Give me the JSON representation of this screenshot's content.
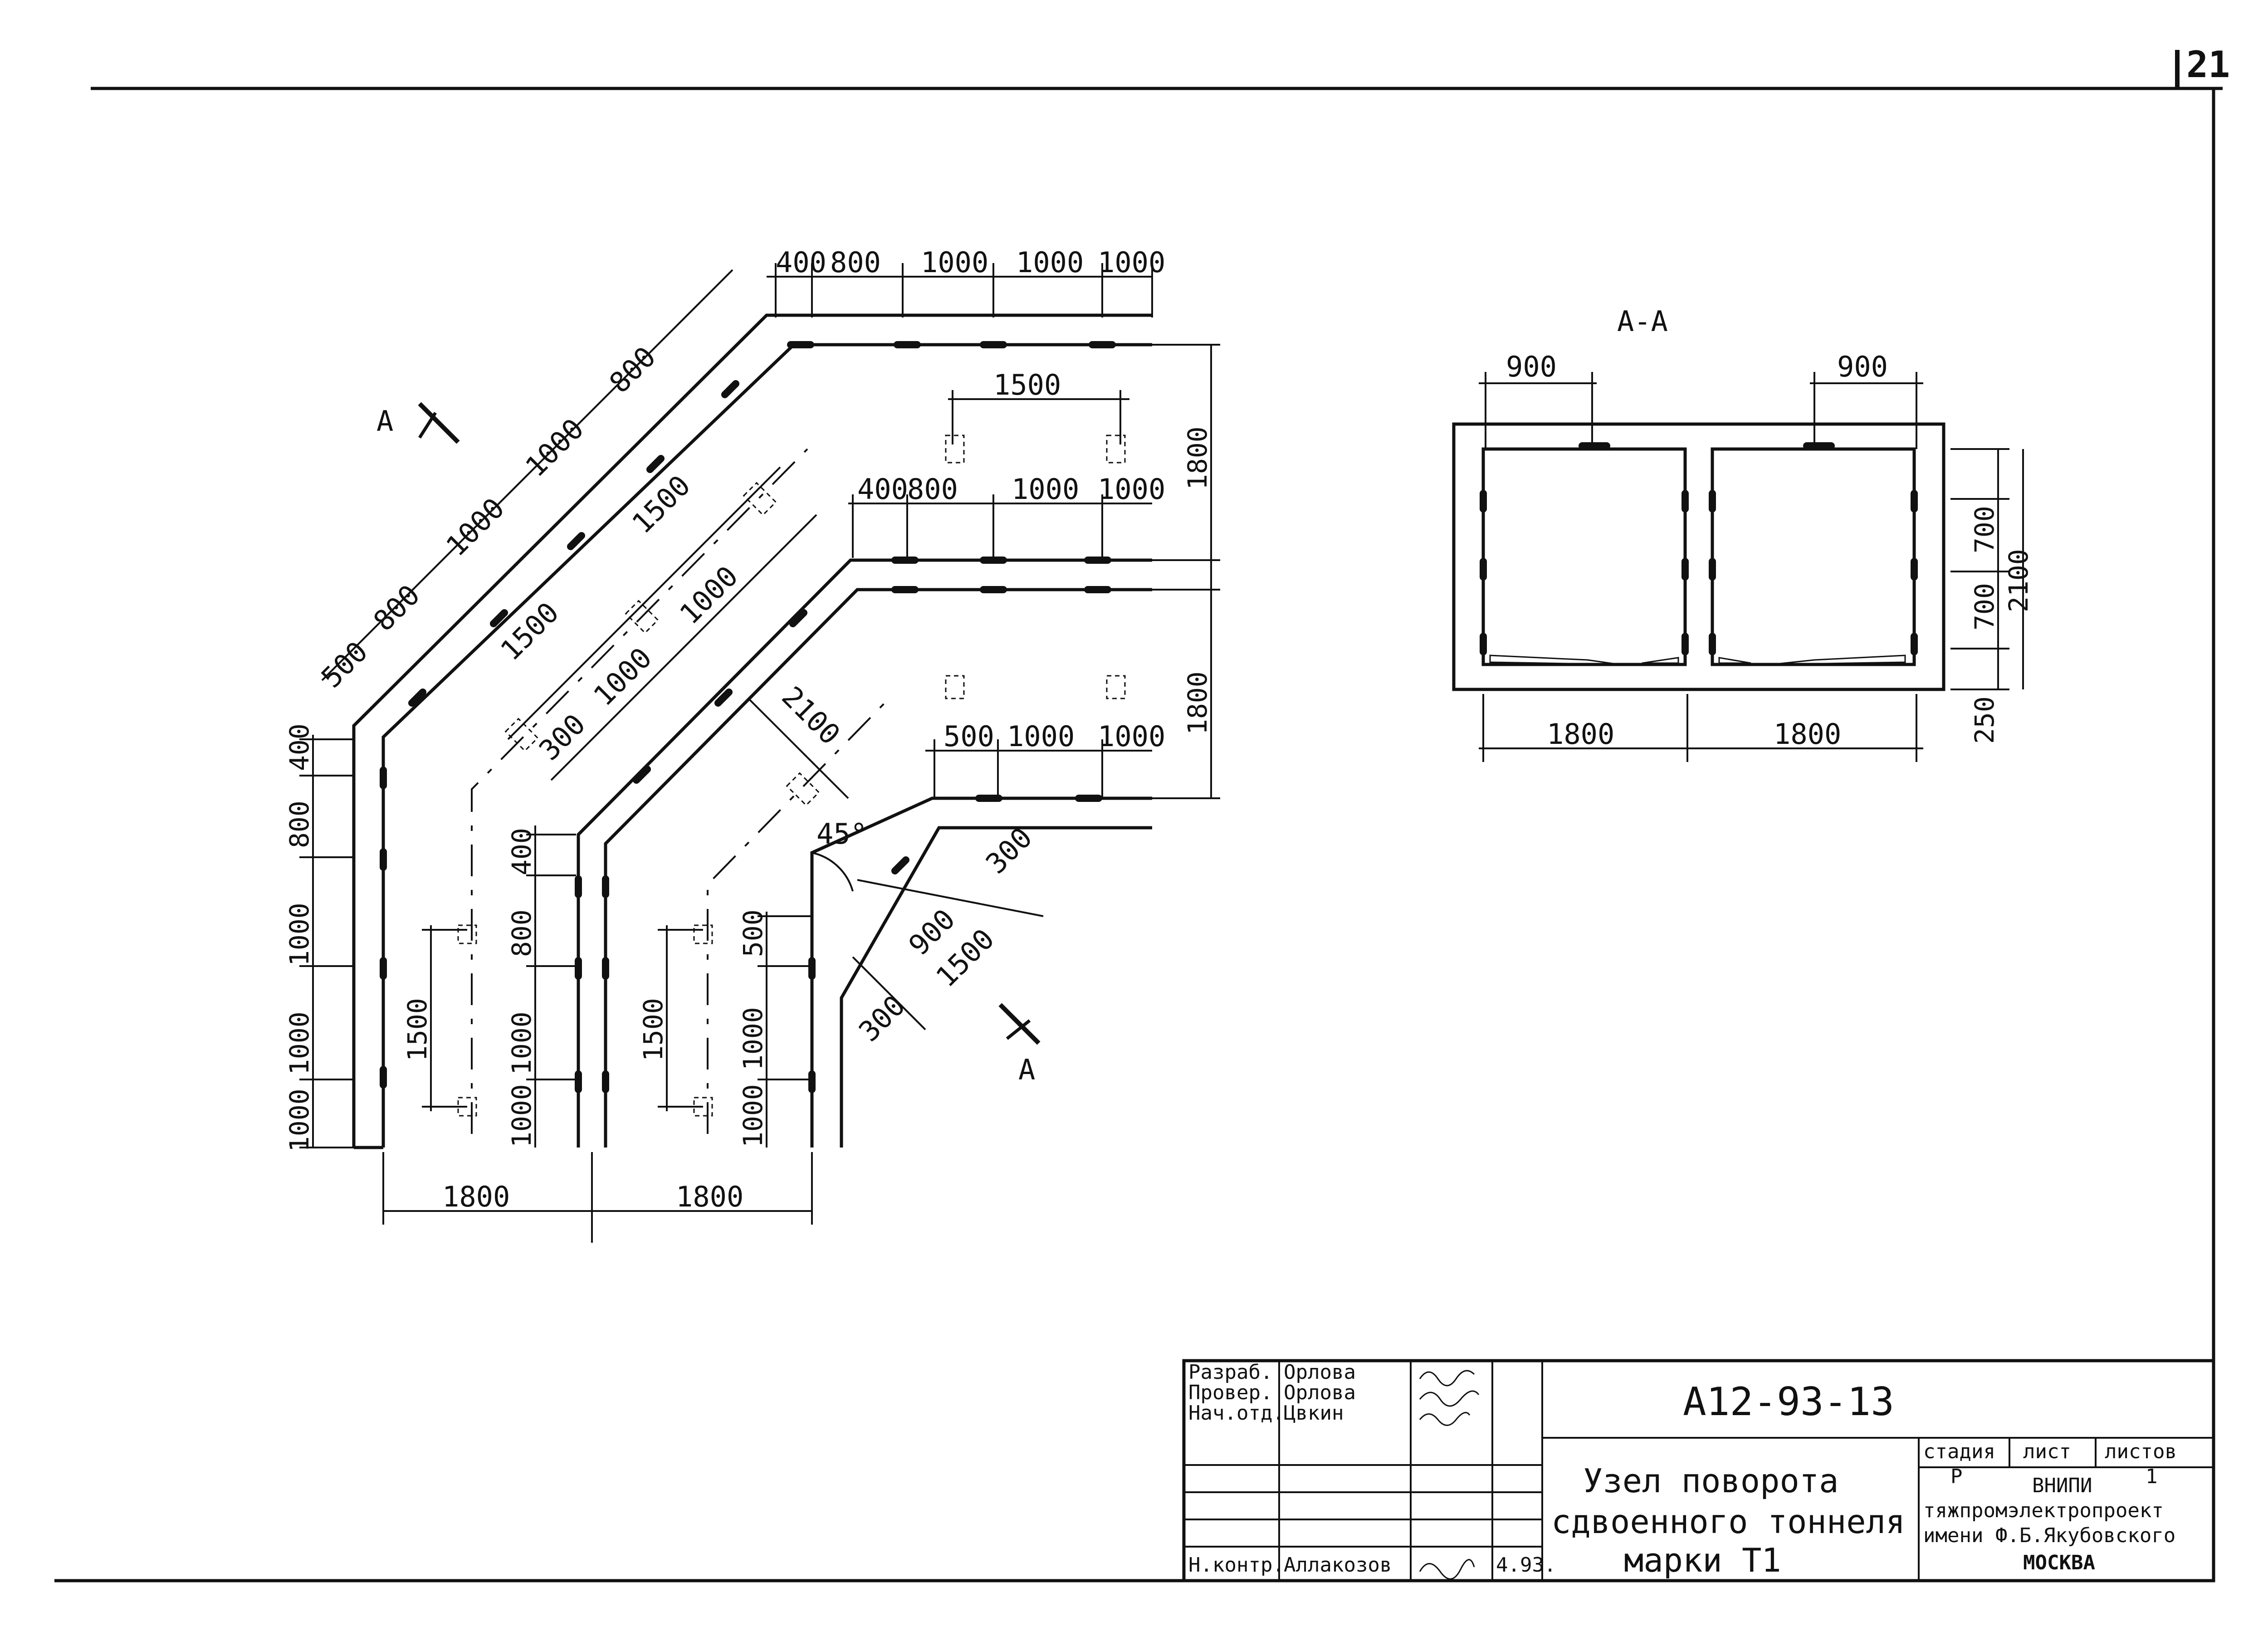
{
  "sheet_number": "21",
  "section_label": "А-А",
  "section_mark": "А",
  "angle_label": "45°",
  "plan_dims": {
    "top_row": [
      "400",
      "800",
      "1000",
      "1000",
      "1000"
    ],
    "diag_outer": [
      "500",
      "800",
      "1000",
      "1000",
      "800"
    ],
    "diag_mid": [
      "1500",
      "1500"
    ],
    "span_1500_top": "1500",
    "mid_row": [
      "400",
      "800",
      "1000",
      "1000"
    ],
    "diag_inner": [
      "300",
      "1000",
      "1000"
    ],
    "diag_2100": "2100",
    "lower_row": [
      "500",
      "1000",
      "1000"
    ],
    "right_1800_a": "1800",
    "right_1800_b": "1800",
    "left_col": [
      "400",
      "800",
      "1000",
      "1000",
      "1000"
    ],
    "left_1500": "1500",
    "mid_col": [
      "400",
      "800",
      "1000",
      "1000"
    ],
    "mid_1500": "1500",
    "inner_col": [
      "500",
      "1000",
      "1000"
    ],
    "bottom_1800_a": "1800",
    "bottom_1800_b": "1800",
    "end_dims": [
      "300",
      "900",
      "1500",
      "300"
    ]
  },
  "section_dims": {
    "top_left": "900",
    "top_right": "900",
    "right_700_a": "700",
    "right_700_b": "700",
    "right_2100": "2100",
    "right_250": "250",
    "bottom_left": "1800",
    "bottom_right": "1800"
  },
  "title_block": {
    "rows": [
      {
        "role": "Разраб.",
        "name": "Орлова"
      },
      {
        "role": "Провер.",
        "name": "Орлова"
      },
      {
        "role": "Нач.отд.",
        "name": "Цвкин"
      },
      {
        "role": "Н.контр.",
        "name": "Аллакозов",
        "date": "4.93."
      }
    ],
    "doc_code": "А12-93-13",
    "title_lines": [
      "Узел поворота",
      "сдвоенного тоннеля",
      "марки Т1"
    ],
    "stage_header": "стадия",
    "sheet_header": "лист",
    "sheets_header": "листов",
    "stage_value": "Р",
    "sheets_value": "1",
    "org_lines": [
      "ВНИПИ",
      "тяжпромэлектропроект",
      "имени Ф.Б.Якубовского",
      "МОСКВА"
    ]
  }
}
